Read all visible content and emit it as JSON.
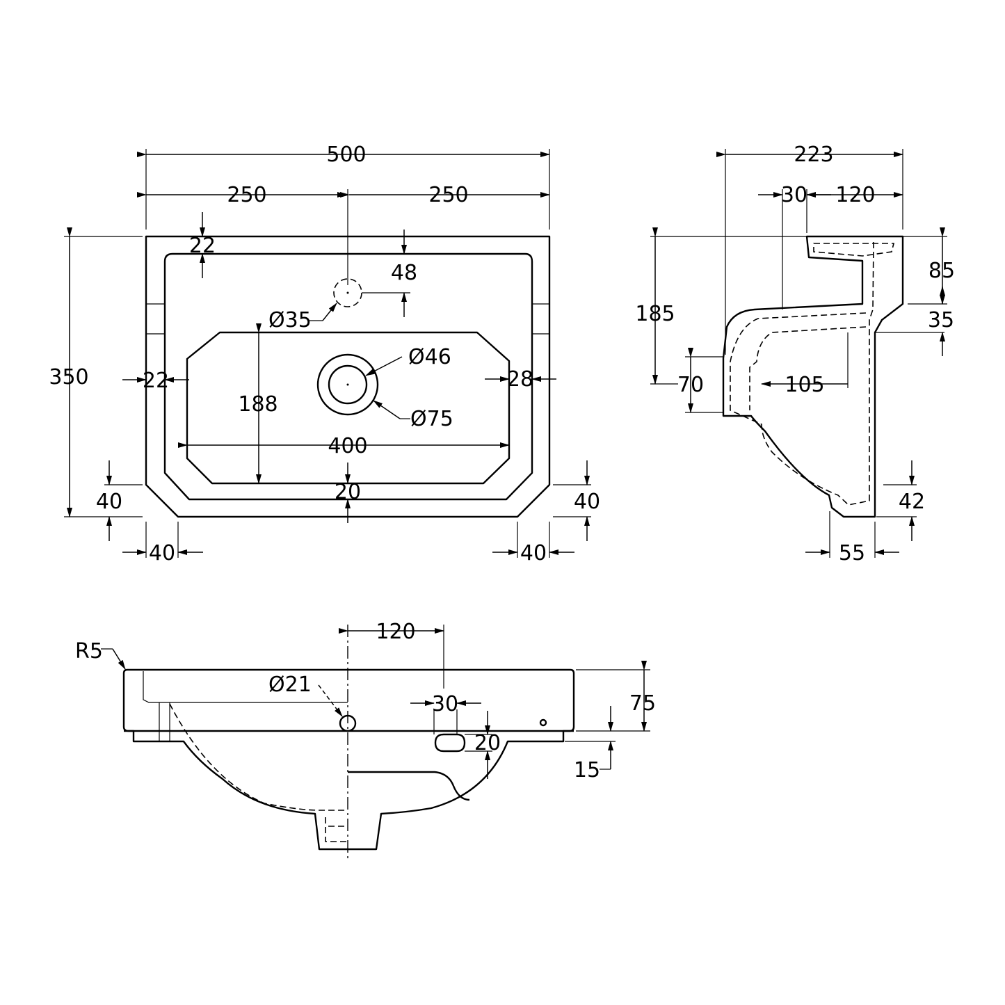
{
  "colors": {
    "line": "#000000",
    "background": "#ffffff"
  },
  "plan_view": {
    "overall_width": "500",
    "half_width_left": "250",
    "half_width_right": "250",
    "overall_depth": "350",
    "rim_top": "22",
    "rim_left": "22",
    "rim_right": "28",
    "tap_hole_offset": "48",
    "tap_hole_dia": "Ø35",
    "waste_dia_inner": "Ø46",
    "waste_dia_outer": "Ø75",
    "bowl_depth": "188",
    "bowl_width": "400",
    "front_rim": "20",
    "chamfer_left_v": "40",
    "chamfer_right_v": "40",
    "chamfer_left_h": "40",
    "chamfer_right_h": "40"
  },
  "side_view": {
    "overall_depth": "223",
    "top_a": "30",
    "top_b": "120",
    "height": "185",
    "top_band": "85",
    "mid_band": "35",
    "back_step": "70",
    "inner_depth": "105",
    "foot_height": "42",
    "foot_width": "55"
  },
  "front_view": {
    "corner_radius": "R5",
    "centre_offset": "120",
    "overflow_dia": "Ø21",
    "slot_width": "30",
    "slot_height": "20",
    "rim_height": "75",
    "lip_height": "15"
  }
}
